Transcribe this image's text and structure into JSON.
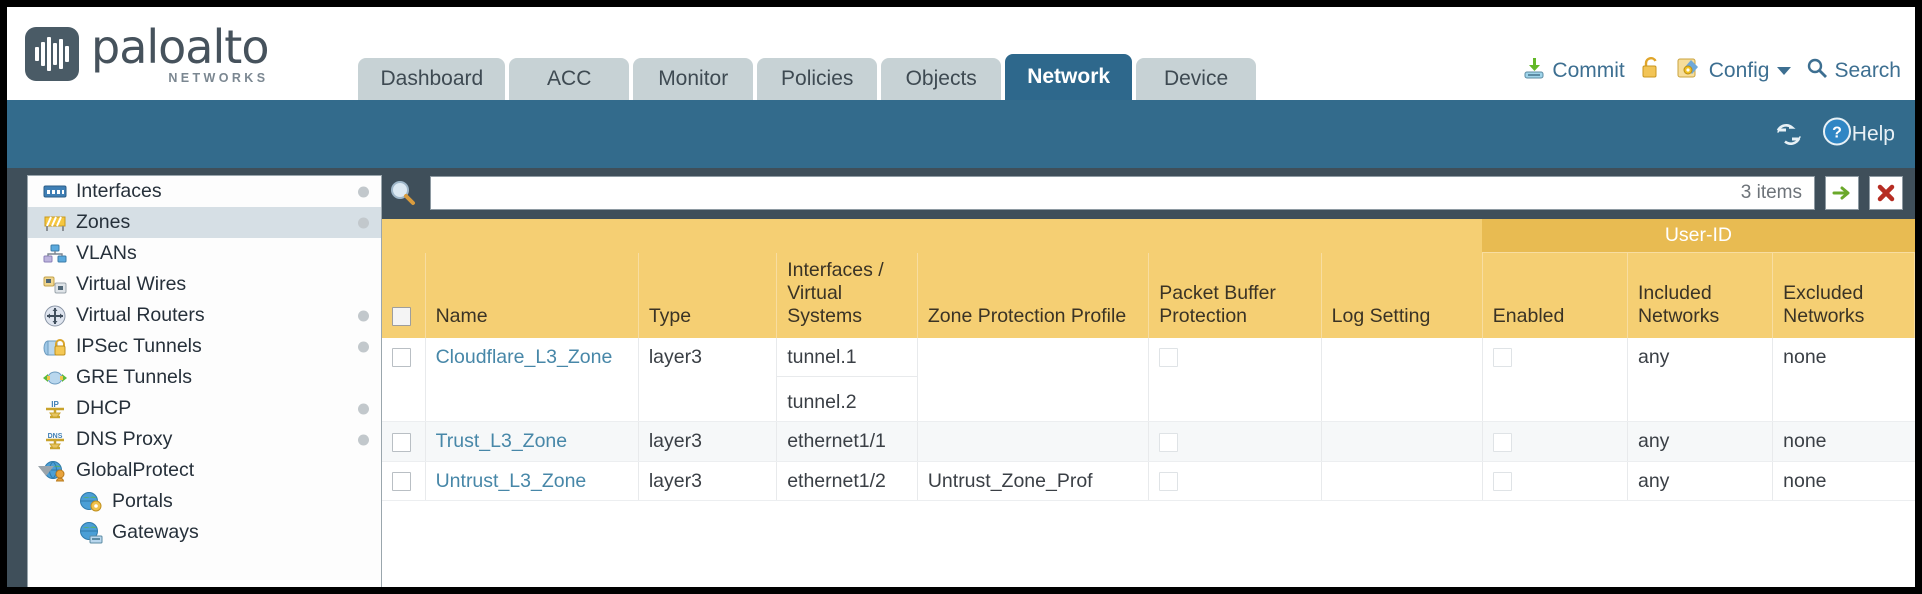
{
  "brand": {
    "name": "paloalto",
    "tagline": "NETWORKS",
    "registered": "®"
  },
  "nav": {
    "tabs": [
      {
        "label": "Dashboard",
        "active": false
      },
      {
        "label": "ACC",
        "active": false
      },
      {
        "label": "Monitor",
        "active": false
      },
      {
        "label": "Policies",
        "active": false
      },
      {
        "label": "Objects",
        "active": false
      },
      {
        "label": "Network",
        "active": true
      },
      {
        "label": "Device",
        "active": false
      }
    ]
  },
  "header_actions": {
    "commit": "Commit",
    "lock_icon": "lock-icon",
    "config": "Config",
    "search": "Search"
  },
  "blueband": {
    "refresh_icon": "refresh-icon",
    "help": "Help"
  },
  "sidebar": {
    "items": [
      {
        "label": "Interfaces",
        "icon": "interfaces-icon",
        "dot": true,
        "selected": false,
        "child": false,
        "expander": false
      },
      {
        "label": "Zones",
        "icon": "zones-icon",
        "dot": true,
        "selected": true,
        "child": false,
        "expander": false
      },
      {
        "label": "VLANs",
        "icon": "vlans-icon",
        "dot": false,
        "selected": false,
        "child": false,
        "expander": false
      },
      {
        "label": "Virtual Wires",
        "icon": "virtual-wires-icon",
        "dot": false,
        "selected": false,
        "child": false,
        "expander": false
      },
      {
        "label": "Virtual Routers",
        "icon": "virtual-routers-icon",
        "dot": true,
        "selected": false,
        "child": false,
        "expander": false
      },
      {
        "label": "IPSec Tunnels",
        "icon": "ipsec-tunnels-icon",
        "dot": true,
        "selected": false,
        "child": false,
        "expander": false
      },
      {
        "label": "GRE Tunnels",
        "icon": "gre-tunnels-icon",
        "dot": false,
        "selected": false,
        "child": false,
        "expander": false
      },
      {
        "label": "DHCP",
        "icon": "dhcp-icon",
        "dot": true,
        "selected": false,
        "child": false,
        "expander": false
      },
      {
        "label": "DNS Proxy",
        "icon": "dns-proxy-icon",
        "dot": true,
        "selected": false,
        "child": false,
        "expander": false
      },
      {
        "label": "GlobalProtect",
        "icon": "globalprotect-icon",
        "dot": false,
        "selected": false,
        "child": false,
        "expander": true
      },
      {
        "label": "Portals",
        "icon": "portals-icon",
        "dot": false,
        "selected": false,
        "child": true,
        "expander": false
      },
      {
        "label": "Gateways",
        "icon": "gateways-icon",
        "dot": false,
        "selected": false,
        "child": true,
        "expander": false
      }
    ]
  },
  "search": {
    "icon": "search-magnifier-icon",
    "value": "",
    "placeholder": "",
    "item_count": "3 items",
    "apply_icon": "green-arrow-icon",
    "clear_icon": "red-x-icon"
  },
  "table": {
    "group_header": {
      "label": "User-ID",
      "spans": 3
    },
    "columns": [
      {
        "key": "checkbox",
        "label": ""
      },
      {
        "key": "name",
        "label": "Name"
      },
      {
        "key": "type",
        "label": "Type"
      },
      {
        "key": "interfaces",
        "label": "Interfaces / Virtual Systems"
      },
      {
        "key": "zone_prot",
        "label": "Zone Protection Profile"
      },
      {
        "key": "pkt_buf",
        "label": "Packet Buffer Protection"
      },
      {
        "key": "log_setting",
        "label": "Log Setting"
      },
      {
        "key": "userid_en",
        "label": "Enabled"
      },
      {
        "key": "included",
        "label": "Included Networks"
      },
      {
        "key": "excluded",
        "label": "Excluded Networks"
      }
    ],
    "rows": [
      {
        "selected": false,
        "name": "Cloudflare_L3_Zone",
        "type": "layer3",
        "interfaces": [
          "tunnel.1",
          "tunnel.2"
        ],
        "zone_protection_profile": "",
        "packet_buffer_protection": false,
        "log_setting": "",
        "userid_enabled": false,
        "included_networks": "any",
        "excluded_networks": "none"
      },
      {
        "selected": false,
        "name": "Trust_L3_Zone",
        "type": "layer3",
        "interfaces": [
          "ethernet1/1"
        ],
        "zone_protection_profile": "",
        "packet_buffer_protection": false,
        "log_setting": "",
        "userid_enabled": false,
        "included_networks": "any",
        "excluded_networks": "none"
      },
      {
        "selected": false,
        "name": "Untrust_L3_Zone",
        "type": "layer3",
        "interfaces": [
          "ethernet1/2"
        ],
        "zone_protection_profile": "Untrust_Zone_Prof",
        "packet_buffer_protection": false,
        "log_setting": "",
        "userid_enabled": false,
        "included_networks": "any",
        "excluded_networks": "none"
      }
    ]
  },
  "colors": {
    "brand_blue": "#336b8c",
    "active_tab": "#2e688c",
    "tab_inactive": "#c7d2d5",
    "table_header": "#f5cf73",
    "group_header": "#e8bb52",
    "link": "#4787a8",
    "page_bg": "#3f4f5a"
  }
}
